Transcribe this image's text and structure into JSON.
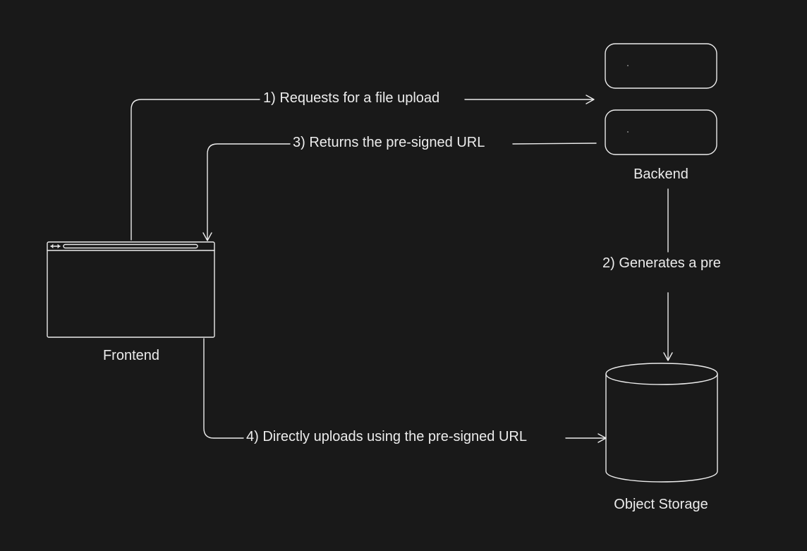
{
  "colors": {
    "background": "#191919",
    "stroke": "#ececec"
  },
  "nodes": {
    "frontend": {
      "label": "Frontend"
    },
    "backend": {
      "label": "Backend"
    },
    "storage": {
      "label": "Object Storage"
    }
  },
  "edges": {
    "request": {
      "label": "1) Requests for a file upload"
    },
    "generate": {
      "label": "2) Generates a pre"
    },
    "return": {
      "label": "3) Returns the pre-signed URL"
    },
    "upload": {
      "label": "4) Directly uploads using the pre-signed URL"
    }
  }
}
